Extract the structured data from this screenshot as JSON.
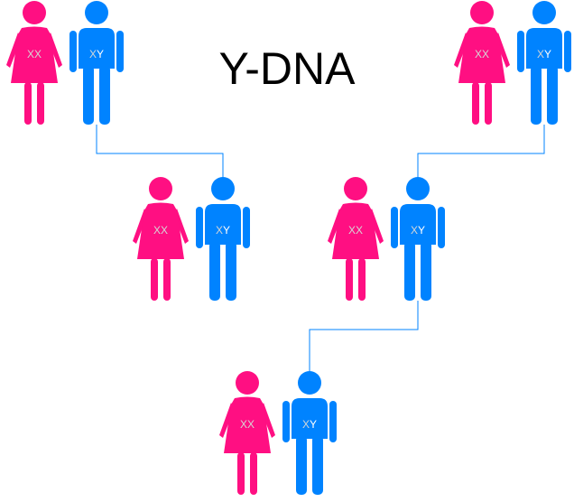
{
  "title": "Y-DNA",
  "colors": {
    "female": "#ff0f82",
    "male": "#0083ff",
    "connector": "#0083ff",
    "label_dim": "#d6d6d6",
    "label_bright": "#ffffff"
  },
  "icons": {
    "female": "woman-icon",
    "male": "man-icon"
  },
  "chromosomes": {
    "female": [
      "X",
      "X"
    ],
    "male": [
      "X",
      "Y"
    ]
  },
  "couples": [
    {
      "id": "grandparents-left",
      "generation": 1,
      "female_label": "XX",
      "male_label": "XY"
    },
    {
      "id": "grandparents-right",
      "generation": 1,
      "female_label": "XX",
      "male_label": "XY"
    },
    {
      "id": "parents-left",
      "generation": 2,
      "female_label": "XX",
      "male_label": "XY"
    },
    {
      "id": "parents-right",
      "generation": 2,
      "female_label": "XX",
      "male_label": "XY"
    },
    {
      "id": "child-generation",
      "generation": 3,
      "female_label": "XX",
      "male_label": "XY"
    }
  ],
  "y_inheritance_links": [
    {
      "from": "grandparents-left",
      "to": "parents-left"
    },
    {
      "from": "grandparents-right",
      "to": "parents-right"
    },
    {
      "from": "parents-right",
      "to": "child-generation"
    }
  ]
}
